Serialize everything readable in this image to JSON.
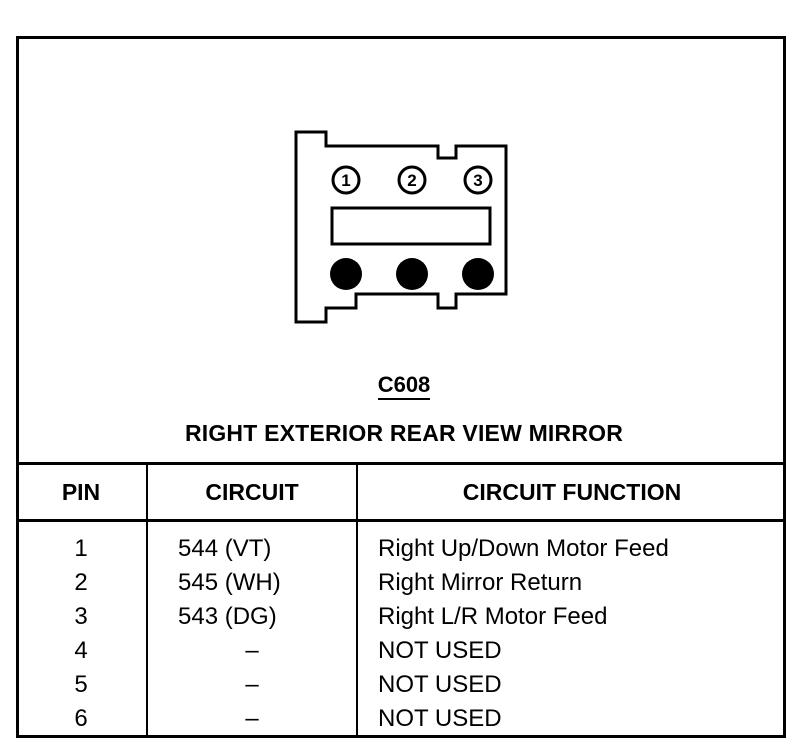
{
  "connector": {
    "code": "C608",
    "title": "RIGHT EXTERIOR REAR VIEW MIRROR",
    "pin_labels": [
      "1",
      "2",
      "3"
    ]
  },
  "table": {
    "headers": {
      "pin": "PIN",
      "circuit": "CIRCUIT",
      "function": "CIRCUIT FUNCTION"
    },
    "rows": [
      {
        "pin": "1",
        "circuit": "544 (VT)",
        "function": "Right Up/Down Motor Feed"
      },
      {
        "pin": "2",
        "circuit": "545 (WH)",
        "function": "Right Mirror Return"
      },
      {
        "pin": "3",
        "circuit": "543 (DG)",
        "function": "Right L/R Motor Feed"
      },
      {
        "pin": "4",
        "circuit": "–",
        "function": "NOT USED"
      },
      {
        "pin": "5",
        "circuit": "–",
        "function": "NOT USED"
      },
      {
        "pin": "6",
        "circuit": "–",
        "function": "NOT USED"
      }
    ]
  }
}
